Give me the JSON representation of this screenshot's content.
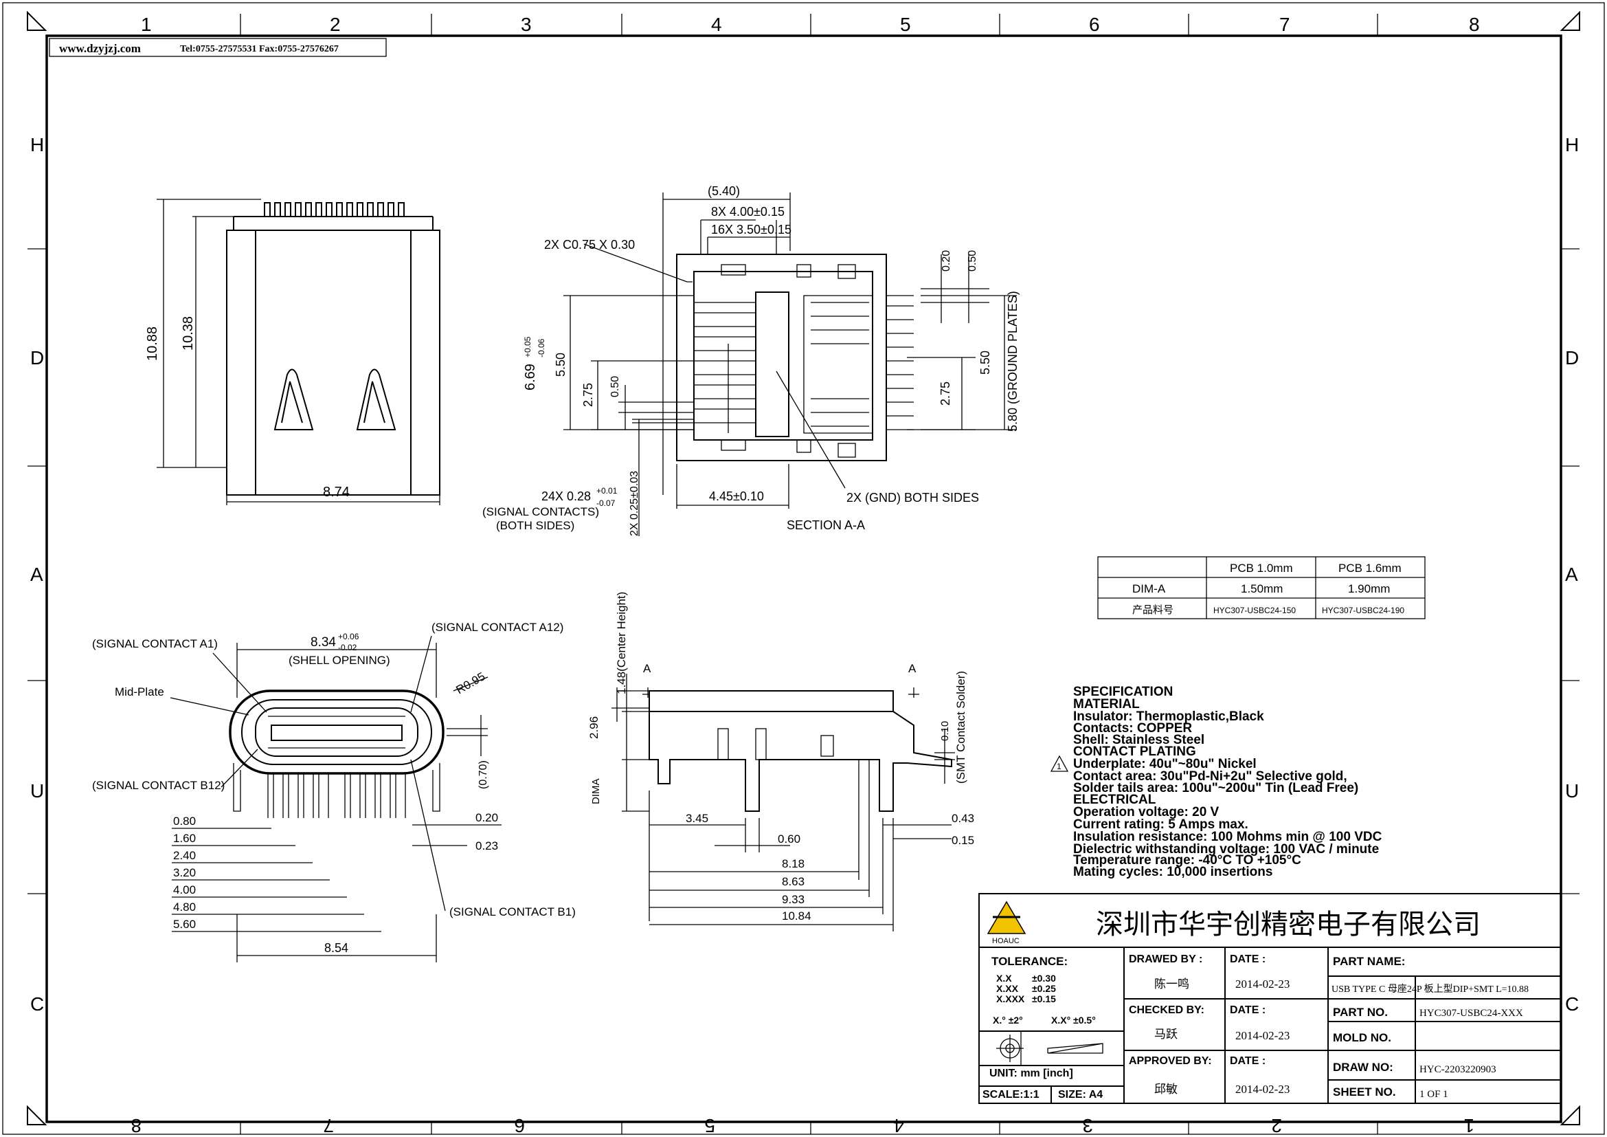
{
  "header": {
    "website": "www.dzyjzj.com",
    "contact": "Tel:0755-27575531  Fax:0755-27576267"
  },
  "grid": {
    "top_numbers": [
      "1",
      "2",
      "3",
      "4",
      "5",
      "6",
      "7",
      "8"
    ],
    "bottom_numbers": [
      "8",
      "7",
      "6",
      "5",
      "4",
      "3",
      "2",
      "1"
    ],
    "left_letters": [
      "H",
      "D",
      "A",
      "U",
      "C"
    ],
    "right_letters": [
      "H",
      "D",
      "A",
      "U",
      "C"
    ]
  },
  "top_view": {
    "dim_overall_height": "10.88",
    "dim_body_height": "10.38",
    "dim_width": "8.74"
  },
  "section_view": {
    "dim_5_40": "(5.40)",
    "dim_8x": "8X  4.00±0.15",
    "dim_16x": "16X  3.50±0.15",
    "dim_chamfer": "2X C0.75  X 0.30",
    "dim_0_20": "0.20",
    "dim_0_50": "0.50",
    "dim_669": "6.69",
    "dim_669_tol_plus": "+0.05",
    "dim_669_tol_minus": "-0.06",
    "dim_5_50_left": "5.50",
    "dim_2_75_left": "2.75",
    "dim_0_50_left": "0.50",
    "dim_5_50_right": "5.50",
    "dim_2_75_right": "2.75",
    "dim_ground": "5.80 (GROUND PLATES)",
    "dim_24x": "24X  0.28",
    "dim_24x_plus": "+0.01",
    "dim_24x_minus": "-0.07",
    "signal_contacts": "(SIGNAL CONTACTS)",
    "both_sides": "(BOTH SIDES)",
    "dim_2x_025": "2X  0.25±0.03",
    "dim_445": "4.45±0.10",
    "gnd_label": "2X (GND) BOTH SIDES",
    "section_label": "SECTION A-A"
  },
  "pcb_table": {
    "headers": [
      "",
      "PCB 1.0mm",
      "PCB 1.6mm"
    ],
    "rows": [
      [
        "DIM-A",
        "1.50mm",
        "1.90mm"
      ],
      [
        "产品料号",
        "HYC307-USBC24-150",
        "HYC307-USBC24-190"
      ]
    ]
  },
  "front_view": {
    "signal_a1": "(SIGNAL CONTACT A1)",
    "signal_a12": "(SIGNAL CONTACT A12)",
    "dim_834": "8.34",
    "dim_834_plus": "+0.06",
    "dim_834_minus": "-0.02",
    "shell_opening": "(SHELL OPENING)",
    "mid_plate": "Mid-Plate",
    "r095": "R0.95",
    "signal_b12": "(SIGNAL CONTACT B12)",
    "signal_b1": "(SIGNAL CONTACT B1)",
    "dim_070": "(0.70)",
    "dim_020": "0.20",
    "dim_023": "0.23",
    "pitch_dims": [
      "0.80",
      "1.60",
      "2.40",
      "3.20",
      "4.00",
      "4.80",
      "5.60"
    ],
    "dim_854": "8.54"
  },
  "side_view": {
    "center_height": "1.48(Center Height)",
    "dim_296": "2.96",
    "dim_a": "DIMA",
    "marker_a_left": "A",
    "marker_a_right": "A",
    "dim_010": "0.10",
    "smt_contact": "(SMT Contact Solder)",
    "dim_345": "3.45",
    "dim_060": "0.60",
    "dim_043": "0.43",
    "dim_015": "0.15",
    "dims_bottom": [
      "8.18",
      "8.63",
      "9.33",
      "10.84"
    ]
  },
  "specification": {
    "lines": [
      "SPECIFICATION",
      "MATERIAL",
      "Insulator:  Thermoplastic,Black",
      "Contacts:  COPPER",
      "Shell:  Stainless  Steel",
      "CONTACT  PLATING",
      "Underplate:  40u\"~80u\"  Nickel",
      "Contact  area:  30u\"Pd-Ni+2u\"  Selective  gold,",
      "Solder  tails  area:  100u\"~200u\"  Tin  (Lead  Free)",
      "ELECTRICAL",
      "Operation  voltage:  20  V",
      "Current  rating:  5  Amps  max.",
      "Insulation  resistance:  100  Mohms  min  @  100  VDC",
      "Dielectric  withstanding  voltage:  100  VAC  /  minute",
      "Temperature  range:  -40°C  TO  +105°C",
      "Mating  cycles:  10,000  insertions"
    ],
    "warning_mark": "1"
  },
  "title_block": {
    "company": "深圳市华宇创精密电子有限公司",
    "logo_text": "HOAUC",
    "tolerance_label": "TOLERANCE:",
    "tol_rows": [
      [
        "X.X",
        "±0.30"
      ],
      [
        "X.XX",
        "±0.25"
      ],
      [
        "X.XXX",
        "±0.15"
      ]
    ],
    "tol_angle_1": "X.°  ±2°",
    "tol_angle_2": "X.X°  ±0.5°",
    "unit": "UNIT:  mm  [inch]",
    "scale": "SCALE:1:1",
    "size": "SIZE:  A4",
    "drawn_by_label": "DRAWED BY :",
    "drawn_by": "陈一鸣",
    "checked_by_label": "CHECKED BY:",
    "checked_by": "马跃",
    "approved_by_label": "APPROVED BY:",
    "approved_by": "邱敏",
    "date_label": "DATE :",
    "date_1": "2014-02-23",
    "date_2": "2014-02-23",
    "date_3": "2014-02-23",
    "part_name_label": "PART NAME:",
    "part_name": "USB TYPE C 母座24P 板上型DIP+SMT L=10.88",
    "part_no_label": "PART NO.",
    "part_no": "HYC307-USBC24-XXX",
    "mold_no_label": "MOLD NO.",
    "mold_no": "",
    "draw_no_label": "DRAW NO:",
    "draw_no": "HYC-2203220903",
    "sheet_no_label": "SHEET NO.",
    "sheet_no": "1 OF 1"
  }
}
